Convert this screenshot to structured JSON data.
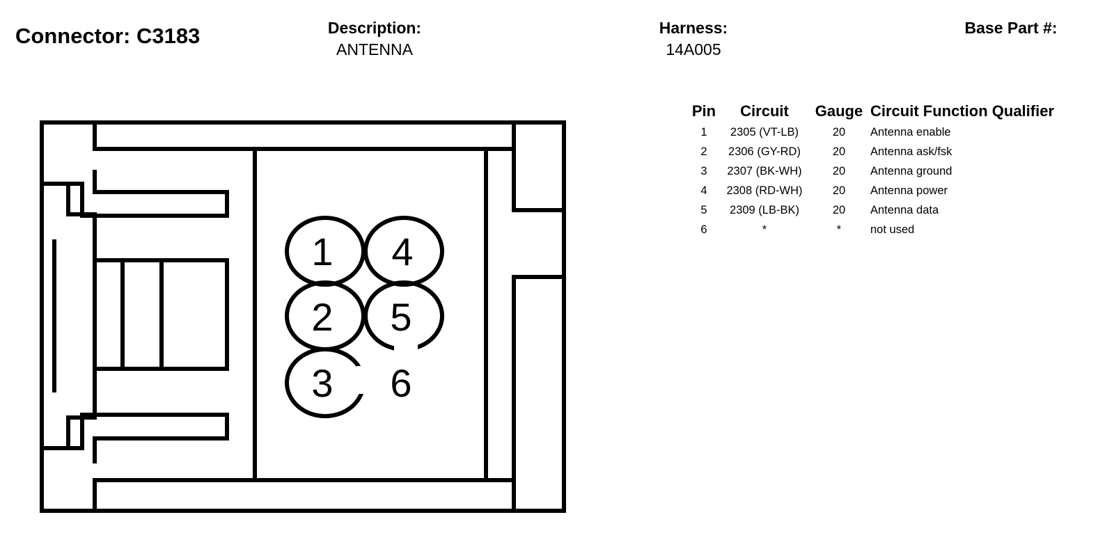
{
  "connector": {
    "label": "Connector:",
    "id": "C3183"
  },
  "description": {
    "label": "Description:",
    "value": "ANTENNA"
  },
  "harness": {
    "label": "Harness:",
    "value": "14A005"
  },
  "base_part": {
    "label": "Base Part #:",
    "value": ""
  },
  "pin_table": {
    "headers": [
      "Pin",
      "Circuit",
      "Gauge",
      "Circuit Function Qualifier"
    ],
    "rows": [
      {
        "pin": "1",
        "circuit": "2305 (VT-LB)",
        "gauge": "20",
        "function": "Antenna enable"
      },
      {
        "pin": "2",
        "circuit": "2306 (GY-RD)",
        "gauge": "20",
        "function": "Antenna ask/fsk"
      },
      {
        "pin": "3",
        "circuit": "2307 (BK-WH)",
        "gauge": "20",
        "function": "Antenna ground"
      },
      {
        "pin": "4",
        "circuit": "2308 (RD-WH)",
        "gauge": "20",
        "function": "Antenna power"
      },
      {
        "pin": "5",
        "circuit": "2309 (LB-BK)",
        "gauge": "20",
        "function": "Antenna data"
      },
      {
        "pin": "6",
        "circuit": "*",
        "gauge": "*",
        "function": "not used"
      }
    ]
  },
  "diagram": {
    "pin_labels": [
      "1",
      "2",
      "3",
      "4",
      "5",
      "6"
    ]
  }
}
